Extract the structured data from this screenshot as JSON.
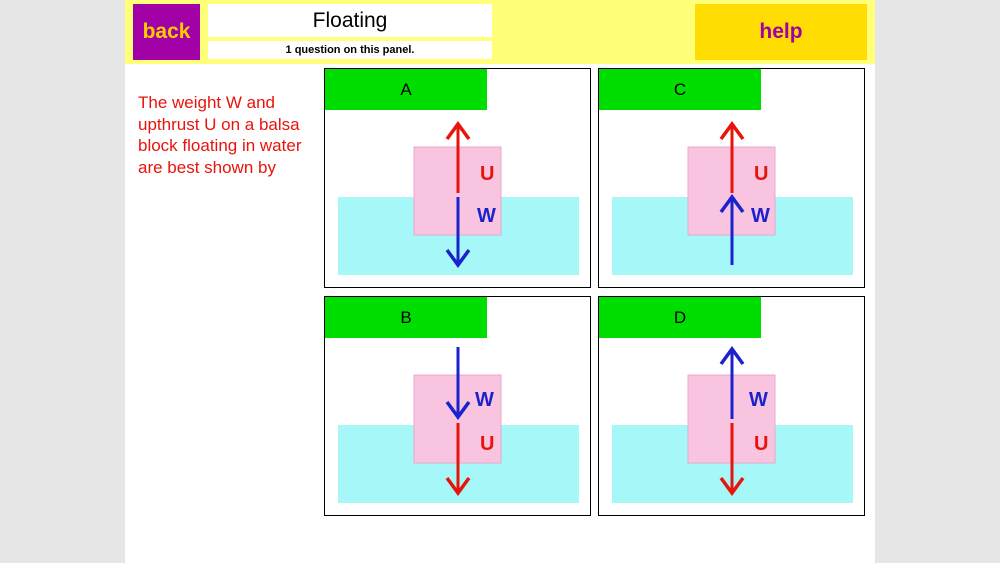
{
  "header": {
    "back_label": "back",
    "title": "Floating",
    "subtitle": "1 question on this panel.",
    "help_label": "help"
  },
  "question": {
    "text": "The weight W and upthrust U on a balsa block floating in water are best shown by"
  },
  "options": [
    {
      "id": "a",
      "label": "A",
      "upper_letter": "U",
      "lower_letter": "W"
    },
    {
      "id": "c",
      "label": "C",
      "upper_letter": "U",
      "lower_letter": "W"
    },
    {
      "id": "b",
      "label": "B",
      "upper_letter": "W",
      "lower_letter": "U"
    },
    {
      "id": "d",
      "label": "D",
      "upper_letter": "W",
      "lower_letter": "U"
    }
  ],
  "colors": {
    "topbar": "#ffff7a",
    "back_bg": "#a100a6",
    "back_text": "#ffcc00",
    "help_bg": "#ffdd00",
    "help_text": "#a100a6",
    "question_text": "#e8140c",
    "tab": "#00dd00",
    "water": "#a6f7f7",
    "block": "#f8c4e0",
    "upthrust_arrow": "#e8140c",
    "weight_arrow": "#1a22cc"
  }
}
